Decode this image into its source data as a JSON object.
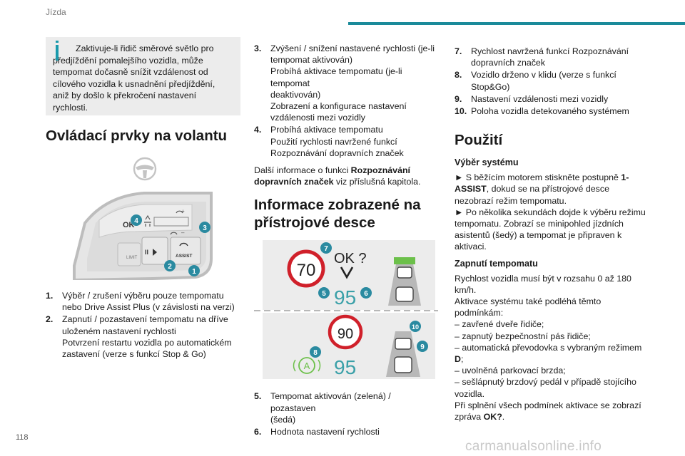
{
  "header": {
    "title": "Jízda",
    "page_number": "118"
  },
  "watermark": "carmanualsonline.info",
  "col1": {
    "note": "Zaktivuje-li řidič směrové světlo pro předjíždění pomalejšího vozidla, může tempomat dočasně snížit vzdálenost od cílového vozidla k usnadnění předjíždění, aniž by došlo k překročení nastavení rychlosti.",
    "heading": "Ovládací prvky na volantu",
    "figure": {
      "ok_label": "OK",
      "assist_label": "ASSIST",
      "limit_label": "LIMIT",
      "callouts": [
        "1",
        "2",
        "3",
        "4"
      ]
    },
    "items": [
      {
        "n": "1.",
        "lines": [
          "Výběr / zrušení výběru pouze tempomatu",
          "nebo Drive Assist Plus (v závislosti na verzi)"
        ]
      },
      {
        "n": "2.",
        "lines": [
          "Zapnutí / pozastavení tempomatu na dříve",
          "uloženém nastavení rychlosti",
          "Potvrzení restartu vozidla po automatickém",
          "zastavení (verze s funkcí Stop & Go)"
        ]
      }
    ]
  },
  "col2": {
    "items_top": [
      {
        "n": "3.",
        "lines": [
          "Zvýšení / snížení nastavené rychlosti (je-li",
          "tempomat aktivován)",
          "Probíhá aktivace tempomatu (je-li tempomat",
          "deaktivován)",
          "Zobrazení a konfigurace nastavení",
          "vzdálenosti mezi vozidly"
        ]
      },
      {
        "n": "4.",
        "lines": [
          "Probíhá aktivace tempomatu",
          "Použití rychlosti navržené funkcí",
          "Rozpoznávání dopravních značek"
        ]
      }
    ],
    "more_info_pre": "Další informace o funkci ",
    "more_info_bold": "Rozpoznávání dopravních značek",
    "more_info_post": " viz příslušná kapitola.",
    "heading_l1": "Informace zobrazené na",
    "heading_l2": "přístrojové desce",
    "figure": {
      "sign_top": "70",
      "ok_text": "OK ?",
      "speed_top": "95",
      "sign_bottom": "90",
      "speed_bottom": "95",
      "circle_a": "A",
      "callouts": [
        "5",
        "6",
        "7",
        "8",
        "9",
        "10"
      ]
    },
    "items_bottom": [
      {
        "n": "5.",
        "lines": [
          "Tempomat aktivován (zelená) / pozastaven",
          "(šedá)"
        ]
      },
      {
        "n": "6.",
        "lines": [
          "Hodnota nastavení rychlosti"
        ]
      }
    ]
  },
  "col3": {
    "items": [
      {
        "n": "7.",
        "lines": [
          "Rychlost navržená funkcí Rozpoznávání",
          "dopravních značek"
        ]
      },
      {
        "n": "8.",
        "lines": [
          "Vozidlo drženo v klidu (verze s funkcí",
          "Stop&Go)"
        ]
      },
      {
        "n": "9.",
        "lines": [
          "Nastavení vzdálenosti mezi vozidly"
        ]
      },
      {
        "n": "10.",
        "lines": [
          "Poloha vozidla detekovaného systémem"
        ]
      }
    ],
    "heading": "Použití",
    "sub1": "Výběr systému",
    "p1_pre": "► S běžícím motorem stiskněte postupně ",
    "p1_bold": "1-ASSIST",
    "p1_post": ", dokud se na přístrojové desce nezobrazí režim tempomatu.",
    "p2": "► Po několika sekundách dojde k výběru režimu tempomatu. Zobrazí se minipohled jízdních asistentů (šedý) a tempomat je připraven k aktivaci.",
    "sub2": "Zapnutí tempomatu",
    "p3": "Rychlost vozidla musí být v rozsahu 0 až 180 km/h.",
    "p4": "Aktivace systému také podléhá těmto podmínkám:",
    "conds": [
      "– zavřené dveře řidiče;",
      "– zapnutý bezpečnostní pás řidiče;",
      "– automatická převodovka s vybraným režimem"
    ],
    "cond_gear": "D",
    "conds2": [
      "– uvolněná parkovací brzda;",
      "– sešlápnutý brzdový pedál v případě stojícího vozidla."
    ],
    "p5_pre": "Při splnění všech podmínek aktivace se zobrazí zpráva ",
    "p5_bold": "OK?",
    "p5_post": "."
  },
  "colors": {
    "accent": "#1a8a9a",
    "callout": "#2a8aa0",
    "note_bg": "#ececec",
    "sign_red": "#d0202a",
    "speed_teal": "#3aa0a8",
    "active_green": "#6cc04a"
  }
}
